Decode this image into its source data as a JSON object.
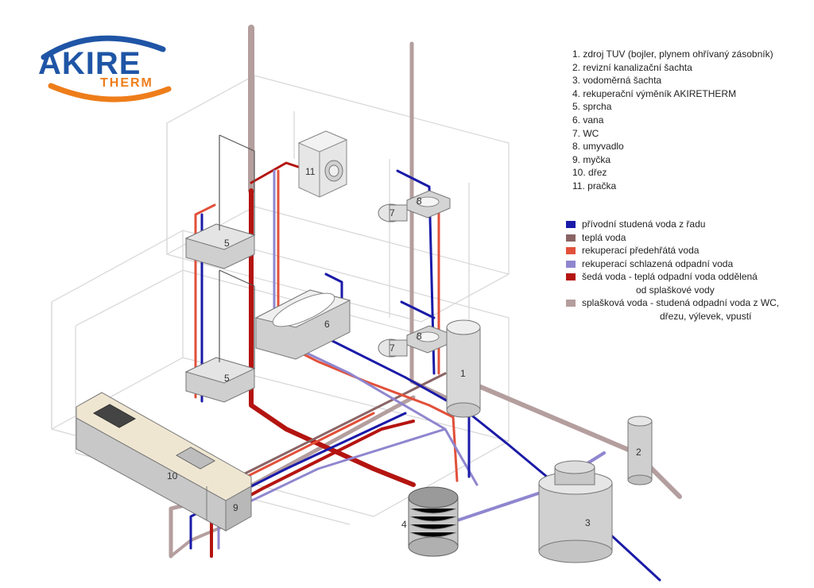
{
  "logo": {
    "line1": "AKIRE",
    "line2": "THERM",
    "colors": {
      "blue": "#1f55a6",
      "orange": "#ee7d1a"
    }
  },
  "numbered_items": [
    {
      "num": "1.",
      "text": "zdroj TUV (bojler, plynem ohřívaný zásobník)"
    },
    {
      "num": "2.",
      "text": "revizní kanalizační šachta"
    },
    {
      "num": "3.",
      "text": "vodoměrná šachta"
    },
    {
      "num": "4.",
      "text": "rekuperační výměník AKIRETHERM"
    },
    {
      "num": "5.",
      "text": "sprcha"
    },
    {
      "num": "6.",
      "text": "vana"
    },
    {
      "num": "7.",
      "text": "WC"
    },
    {
      "num": "8.",
      "text": "umyvadlo"
    },
    {
      "num": "9.",
      "text": "myčka"
    },
    {
      "num": "10.",
      "text": "dřez"
    },
    {
      "num": "11.",
      "text": "pračka"
    }
  ],
  "pipe_legend": [
    {
      "color": "#1a1aa8",
      "label": "přívodní studená voda z řadu",
      "cont": ""
    },
    {
      "color": "#8a6464",
      "label": "teplá voda",
      "cont": ""
    },
    {
      "color": "#e2503a",
      "label": "rekuperací předehřátá voda",
      "cont": ""
    },
    {
      "color": "#8f86cf",
      "label": "rekuperací schlazená odpadní voda",
      "cont": ""
    },
    {
      "color": "#b41410",
      "label": "šedá voda - teplá odpadní voda oddělená",
      "cont": "od splaškové vody"
    },
    {
      "color": "#b49e9e",
      "label": "splašková voda - studená odpadní voda z WC,",
      "cont": "dřezu, výlevek, vpustí"
    }
  ],
  "diagram_labels": {
    "boiler": "1",
    "inspection_shaft": "2",
    "meter_shaft": "3",
    "exchanger": "4",
    "shower_upper": "5",
    "shower_lower": "5",
    "bathtub": "6",
    "wc_upper": "7",
    "wc_lower": "7",
    "sink_upper": "8",
    "sink_lower": "8",
    "dishwasher": "9",
    "kitchen_sink": "10",
    "washer": "11"
  },
  "colors": {
    "cold": "#1a1aa8",
    "hot": "#8a6464",
    "preheated": "#e2503a",
    "cooled": "#8f86cf",
    "grey": "#b41410",
    "sewage": "#b49e9e",
    "wall": "#d6d6d6",
    "fixture": "#c8c8c8"
  }
}
